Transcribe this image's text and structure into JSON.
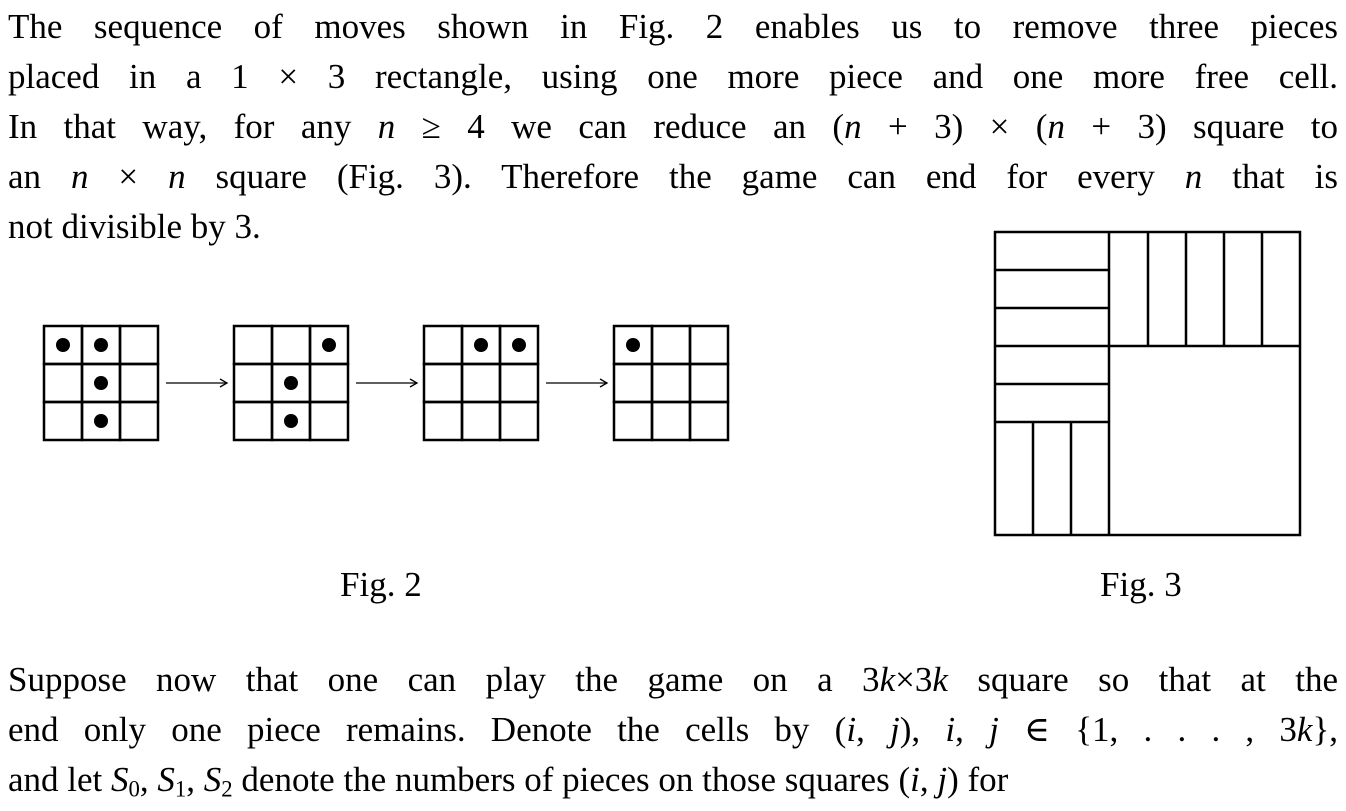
{
  "paragraph1": [
    [
      {
        "t": "The sequence of moves shown in Fig. 2 enables us to remove three pieces"
      }
    ],
    [
      {
        "t": "placed in a 1 × 3 rectangle, using one more piece and one more free cell."
      }
    ],
    [
      {
        "t": "In that way, for any "
      },
      {
        "t": "n",
        "i": 1
      },
      {
        "t": " ≥ 4 we can reduce an ("
      },
      {
        "t": "n",
        "i": 1
      },
      {
        "t": " + 3) × ("
      },
      {
        "t": "n",
        "i": 1
      },
      {
        "t": " + 3) square to"
      }
    ],
    [
      {
        "t": "an "
      },
      {
        "t": "n",
        "i": 1
      },
      {
        "t": " × "
      },
      {
        "t": "n",
        "i": 1
      },
      {
        "t": " square (Fig. 3). Therefore the game can end for every "
      },
      {
        "t": "n",
        "i": 1
      },
      {
        "t": " that is"
      }
    ],
    [
      {
        "t": "not divisible by 3."
      }
    ]
  ],
  "paragraph2": [
    [
      {
        "t": "Suppose now that one can play the game on a 3"
      },
      {
        "t": "k",
        "i": 1
      },
      {
        "t": "×3"
      },
      {
        "t": "k",
        "i": 1
      },
      {
        "t": " square so that at the"
      }
    ],
    [
      {
        "t": "end only one piece remains. Denote the cells by ("
      },
      {
        "t": "i",
        "i": 1
      },
      {
        "t": ", "
      },
      {
        "t": "j",
        "i": 1
      },
      {
        "t": "), "
      },
      {
        "t": "i",
        "i": 1
      },
      {
        "t": ", "
      },
      {
        "t": "j",
        "i": 1
      },
      {
        "t": " ∈ {1, . . . , 3"
      },
      {
        "t": "k",
        "i": 1
      },
      {
        "t": "},"
      }
    ],
    [
      {
        "t": "and let "
      },
      {
        "t": "S",
        "i": 1
      },
      {
        "t": "0",
        "sub": 1
      },
      {
        "t": ", "
      },
      {
        "t": "S",
        "i": 1
      },
      {
        "t": "1",
        "sub": 1
      },
      {
        "t": ", "
      },
      {
        "t": "S",
        "i": 1
      },
      {
        "t": "2",
        "sub": 1
      },
      {
        "t": " denote the numbers of pieces on those squares ("
      },
      {
        "t": "i",
        "i": 1
      },
      {
        "t": ", "
      },
      {
        "t": "j",
        "i": 1
      },
      {
        "t": ") for"
      }
    ]
  ],
  "fig2": {
    "caption": "Fig. 2",
    "grids": [
      [
        [
          0,
          0
        ],
        [
          0,
          1
        ],
        [
          1,
          1
        ],
        [
          2,
          1
        ]
      ],
      [
        [
          0,
          2
        ],
        [
          1,
          1
        ],
        [
          2,
          1
        ]
      ],
      [
        [
          0,
          1
        ],
        [
          0,
          2
        ]
      ],
      [
        [
          0,
          0
        ]
      ]
    ]
  },
  "fig3": {
    "caption": "Fig. 3"
  }
}
